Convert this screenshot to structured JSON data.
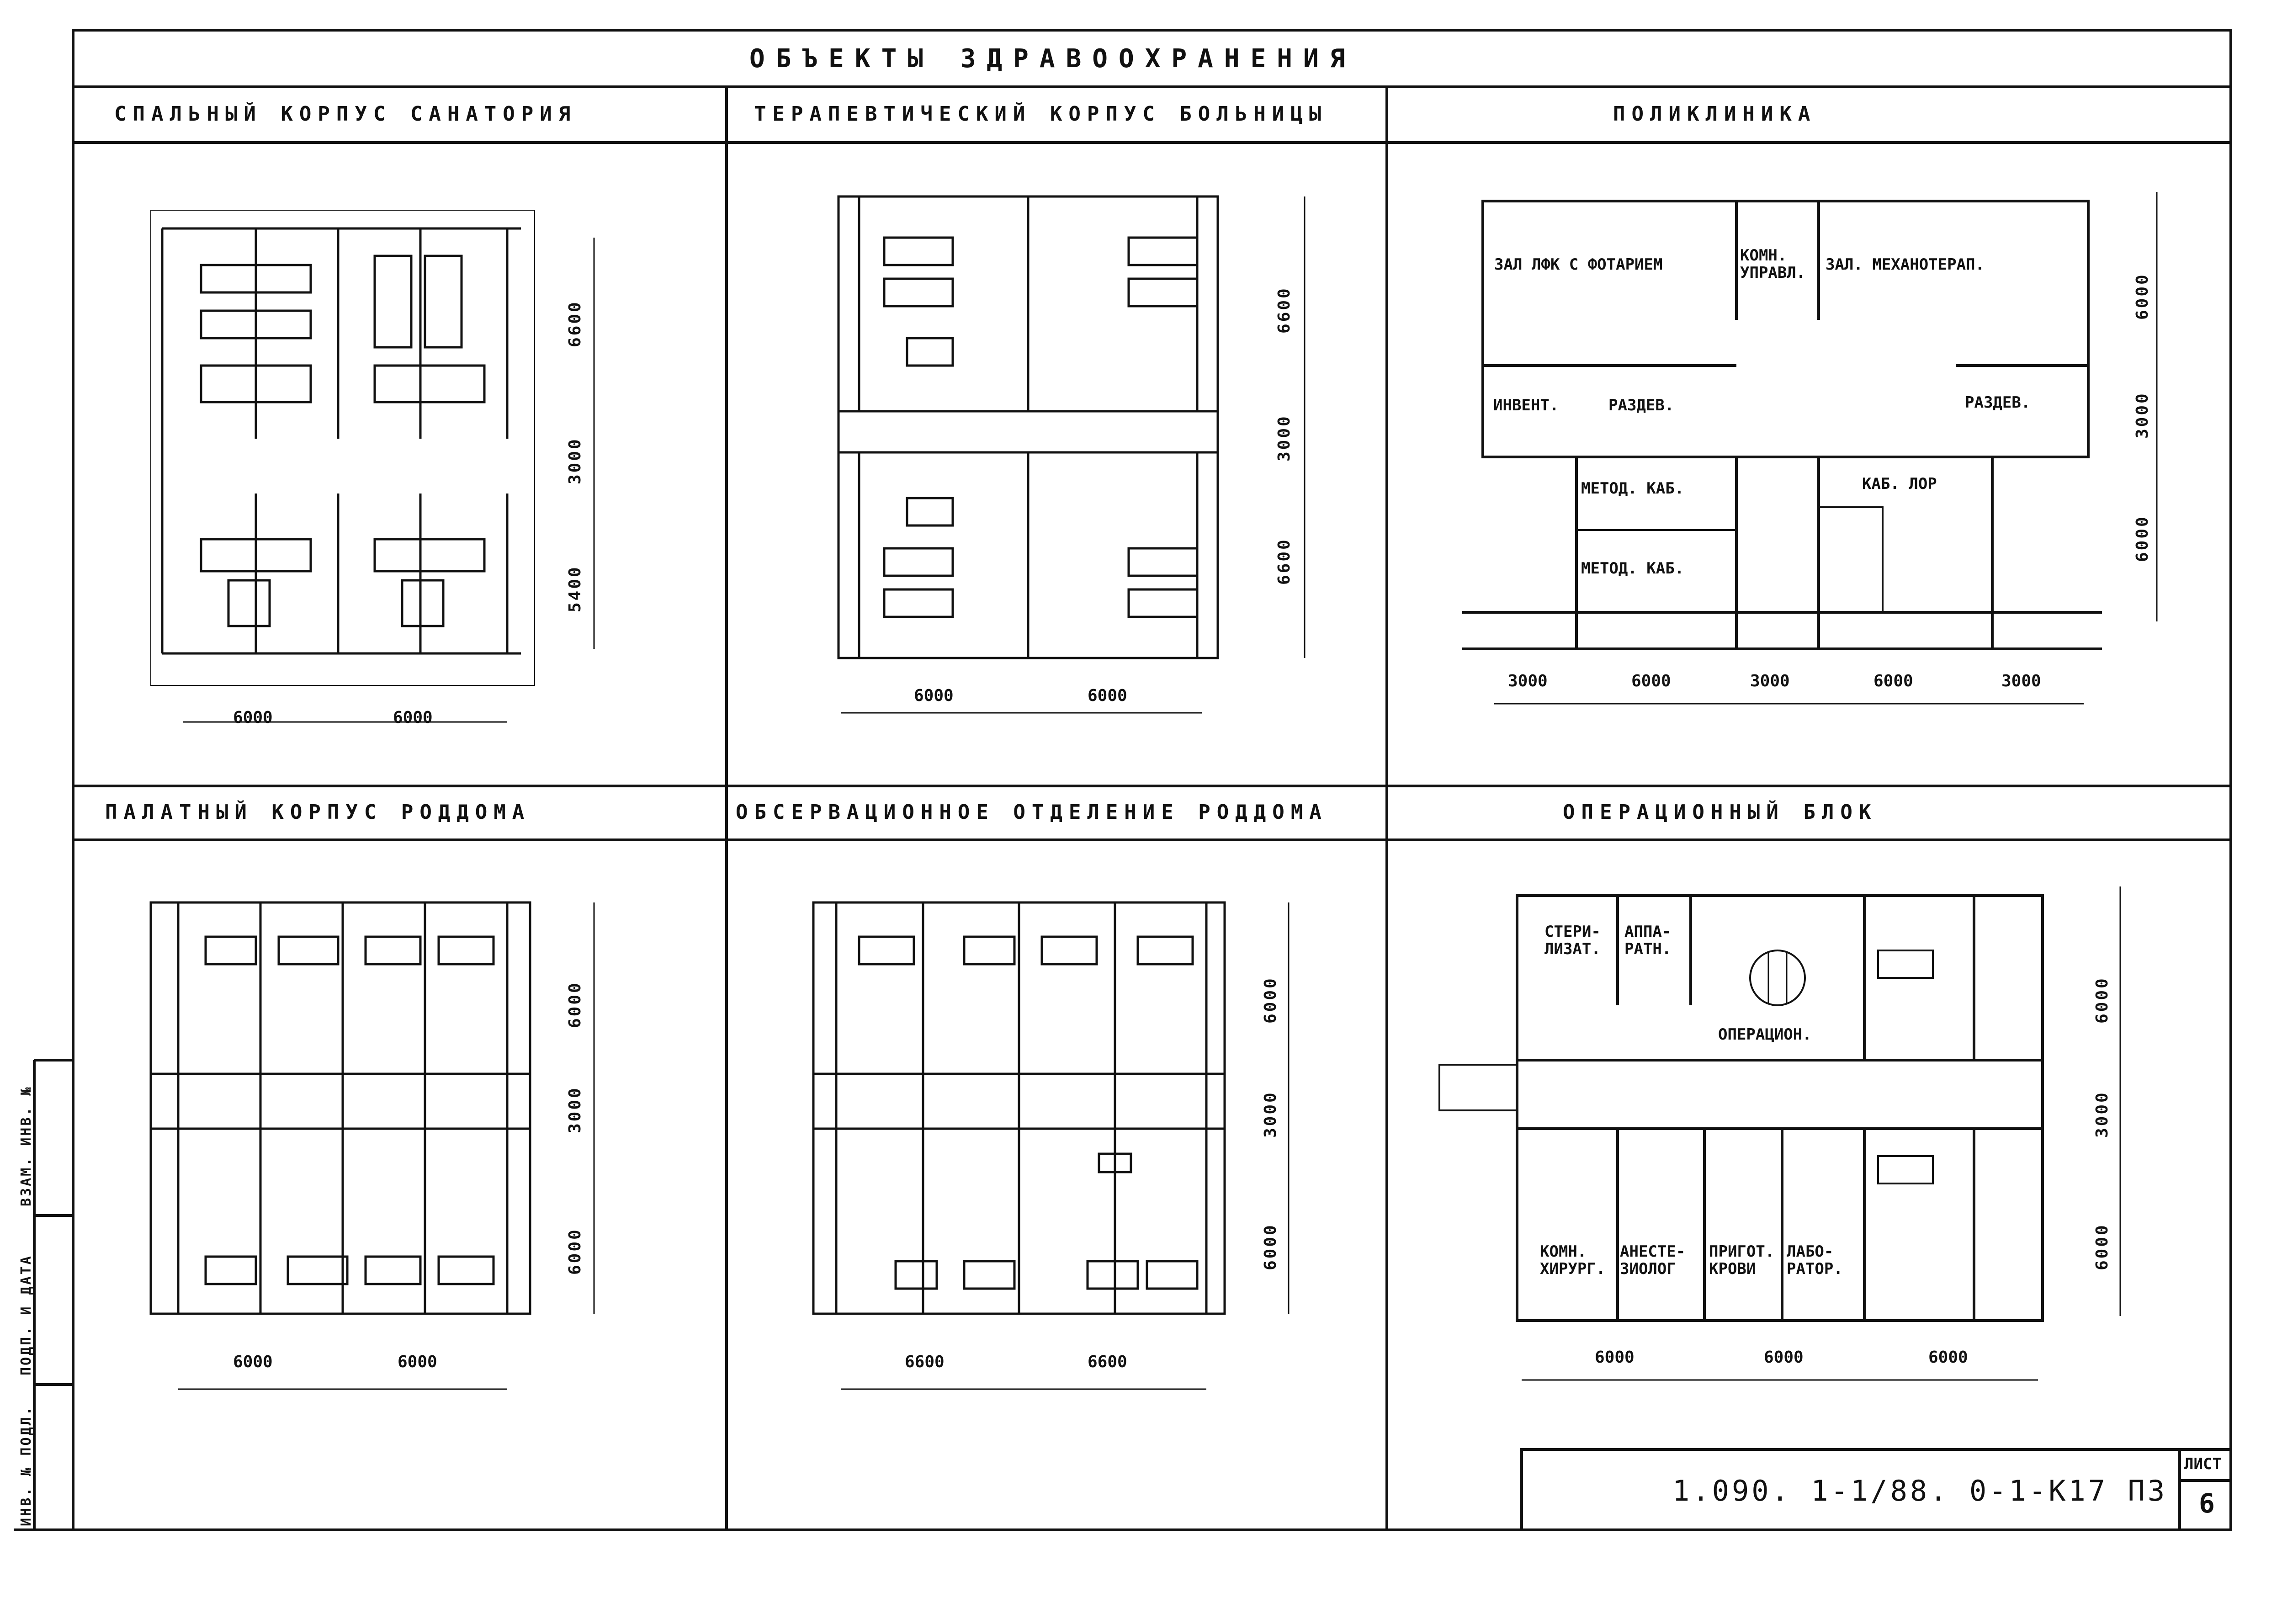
{
  "sheet_title": "ОБЪЕКТЫ ЗДРАВООХРАНЕНИЯ",
  "side_stamp": {
    "inv_podl": "ИНВ. № ПОДЛ.",
    "podp_data": "ПОДП. И ДАТА",
    "vzam_inv": "ВЗАМ. ИНВ. №"
  },
  "panels": [
    {
      "title": "СПАЛЬНЫЙ КОРПУС САНАТОРИЯ",
      "dims_horizontal": [
        "6000",
        "6000"
      ],
      "dims_vertical": [
        "6600",
        "3000",
        "5400"
      ],
      "rooms": []
    },
    {
      "title": "ТЕРАПЕВТИЧЕСКИЙ КОРПУС БОЛЬНИЦЫ",
      "dims_horizontal": [
        "6000",
        "6000"
      ],
      "dims_vertical": [
        "6600",
        "3000",
        "6600"
      ],
      "rooms": []
    },
    {
      "title": "ПОЛИКЛИНИКА",
      "dims_horizontal": [
        "3000",
        "6000",
        "3000",
        "6000",
        "3000"
      ],
      "dims_vertical": [
        "6000",
        "3000",
        "6000"
      ],
      "rooms": [
        "ЗАЛ ЛФК С ФОТАРИЕМ",
        "КОМН. УПРАВЛ.",
        "ЗАЛ. МЕХАНОТЕРАП.",
        "ИНВЕНТ.",
        "РАЗДЕВ.",
        "РАЗДЕВ.",
        "МЕТОД. КАБ.",
        "МЕТОД. КАБ.",
        "КАБ. ЛОР"
      ]
    },
    {
      "title": "ПАЛАТНЫЙ КОРПУС РОДДОМА",
      "dims_horizontal": [
        "6000",
        "6000"
      ],
      "dims_vertical": [
        "6000",
        "3000",
        "6000"
      ],
      "rooms": []
    },
    {
      "title": "ОБСЕРВАЦИОННОЕ ОТДЕЛЕНИЕ РОДДОМА",
      "dims_horizontal": [
        "6600",
        "6600"
      ],
      "dims_vertical": [
        "6000",
        "3000",
        "6000"
      ],
      "rooms": []
    },
    {
      "title": "ОПЕРАЦИОННЫЙ БЛОК",
      "dims_horizontal": [
        "6000",
        "6000",
        "6000"
      ],
      "dims_vertical": [
        "6000",
        "3000",
        "6000"
      ],
      "rooms": [
        "СТЕРИ- ЛИЗАТ.",
        "АППА- РАТН.",
        "ОПЕРАЦИОН.",
        "КОМН. ХИРУРГ.",
        "АНЕСТЕ- ЗИОЛОГ",
        "ПРИГОТ. КРОВИ",
        "ЛАБО- РАТОР."
      ]
    }
  ],
  "title_block": {
    "code": "1.090. 1-1/88. 0-1-К17 ПЗ",
    "sheet_label": "ЛИСТ",
    "sheet_number": "6"
  }
}
